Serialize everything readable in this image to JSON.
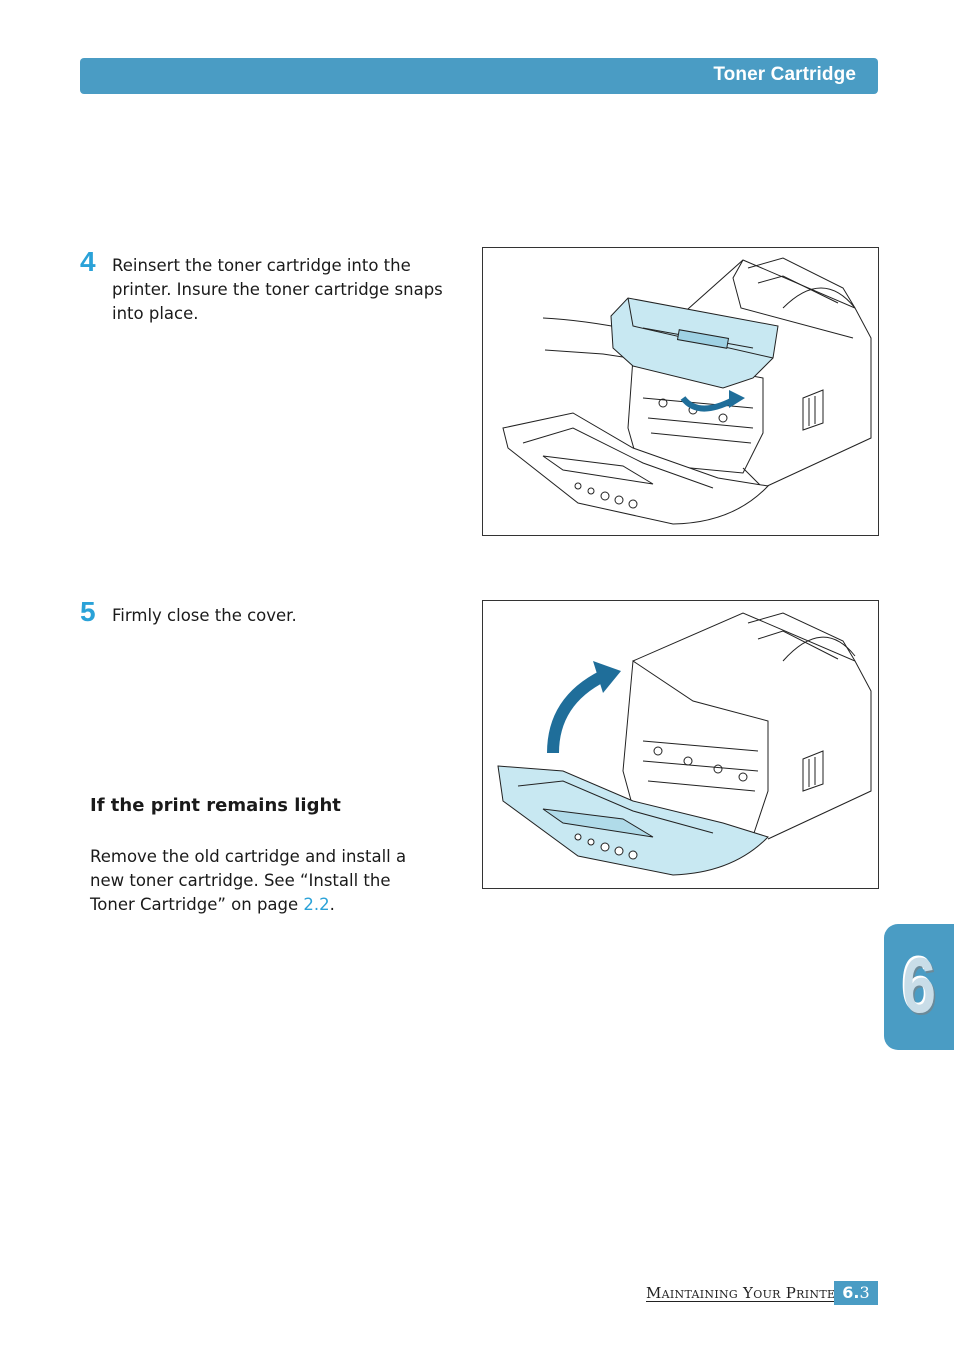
{
  "header": {
    "title": "Toner Cartridge"
  },
  "steps": [
    {
      "number": "4",
      "text": "Reinsert the toner cartridge into the printer. Insure the toner cartridge snaps into place."
    },
    {
      "number": "5",
      "text": "Firmly close the cover."
    }
  ],
  "note": {
    "heading": "If the print remains light",
    "text_before_link": "Remove the old cartridge and install a new toner cartridge. See “Install the Toner Cartridge” on page ",
    "link": "2.2",
    "text_after_link": "."
  },
  "chapter_tab": {
    "number": "6"
  },
  "footer": {
    "section_label": "Maintaining Your Printer",
    "chapter_part": "6.",
    "page_part": "3"
  },
  "colors": {
    "accent": "#4a9cc4",
    "step_number": "#2aa2d8",
    "figure_highlight": "#c8e8f2",
    "arrow": "#1f6e9a"
  },
  "figures": [
    {
      "icon": "printer-cartridge-insert-illustration"
    },
    {
      "icon": "printer-close-cover-illustration"
    }
  ]
}
